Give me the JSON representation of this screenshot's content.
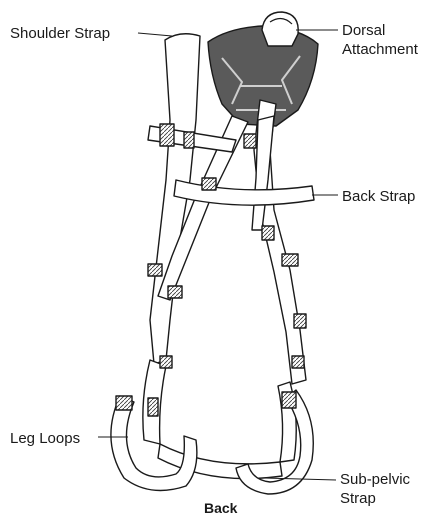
{
  "diagram": {
    "labels": {
      "shoulder_strap": "Shoulder Strap",
      "dorsal_line1": "Dorsal",
      "dorsal_line2": "Attachment",
      "back_strap": "Back Strap",
      "leg_loops": "Leg Loops",
      "subpelvic_line1": "Sub-pelvic",
      "subpelvic_line2": "Strap"
    },
    "caption": "Back"
  }
}
